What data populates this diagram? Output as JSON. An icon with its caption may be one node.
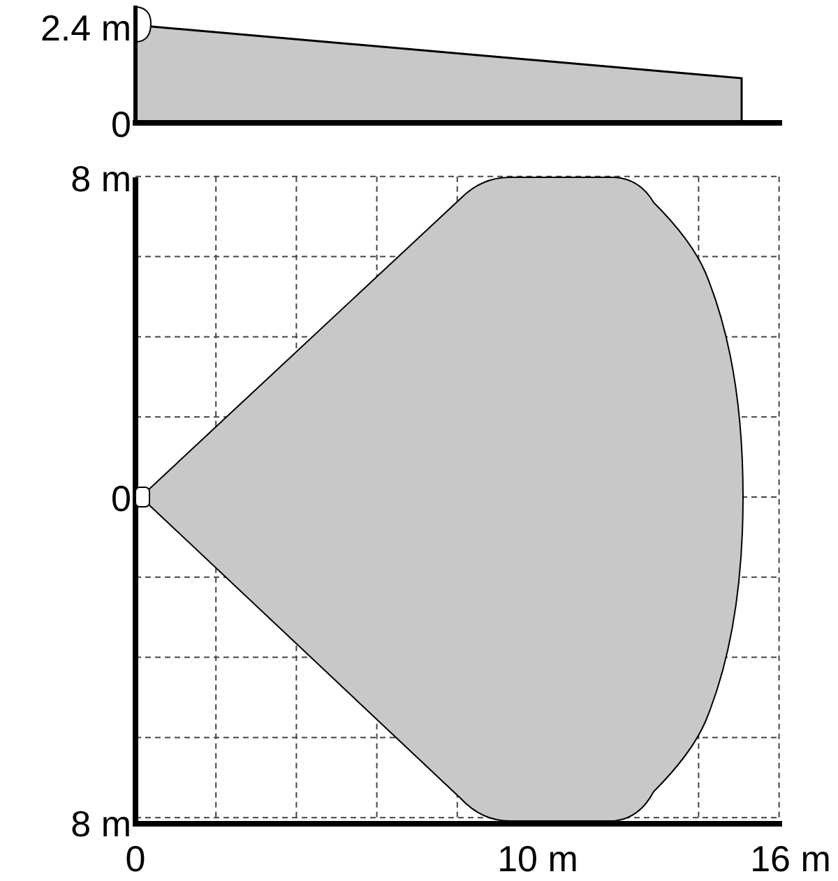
{
  "diagram": {
    "labels": [
      "2.4 m",
      "0",
      "8 m",
      "0",
      "8 m",
      "0",
      "10 m",
      "16 m"
    ]
  }
}
